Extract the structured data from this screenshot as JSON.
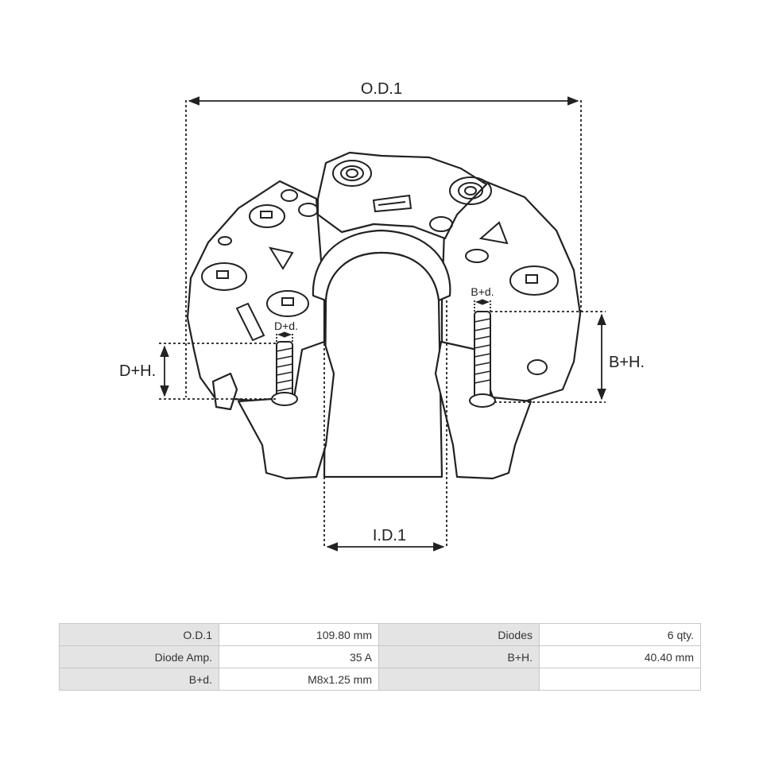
{
  "dimensions": {
    "od_label": "O.D.1",
    "id_label": "I.D.1",
    "dh_label": "D+H.",
    "bh_label": "B+H.",
    "dd_label": "D+d.",
    "bd_label": "B+d."
  },
  "specs": {
    "rows": [
      [
        {
          "label": "O.D.1",
          "value": "109.80 mm"
        },
        {
          "label": "Diodes",
          "value": "6 qty."
        }
      ],
      [
        {
          "label": "Diode Amp.",
          "value": "35 A"
        },
        {
          "label": "B+H.",
          "value": "40.40 mm"
        }
      ],
      [
        {
          "label": "B+d.",
          "value": "M8x1.25 mm"
        },
        {
          "label": "",
          "value": ""
        }
      ]
    ]
  }
}
